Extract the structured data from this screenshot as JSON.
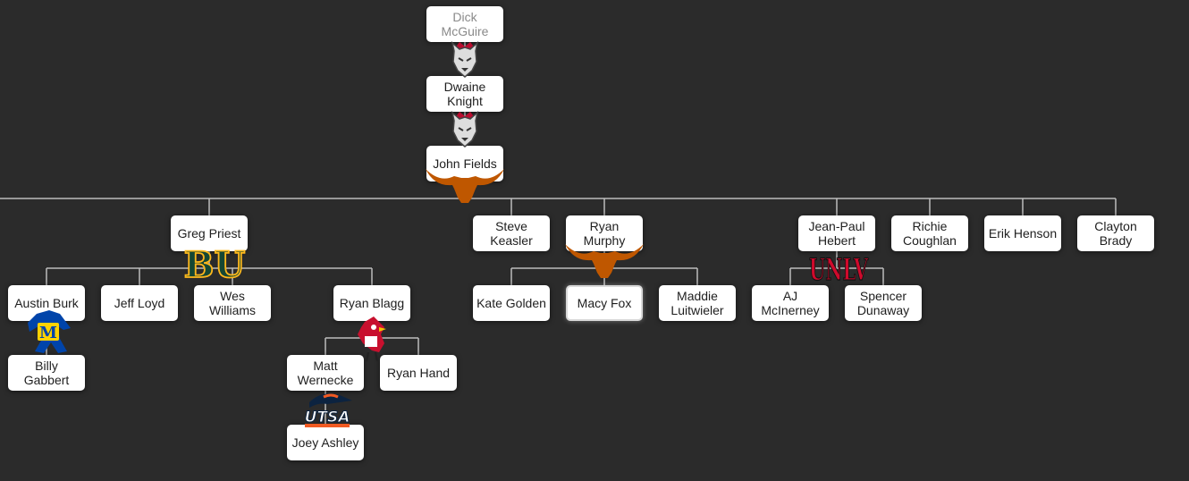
{
  "colors": {
    "background": "#2b2b2b",
    "connector": "#bdbdbd",
    "node_bg": "#ffffff",
    "node_text": "#1e1e1e",
    "node_text_dim": "#8a8a8a",
    "longhorn": "#bf5700",
    "lobo_red": "#ba0c2f",
    "baylor_green": "#154734",
    "baylor_gold": "#ffb81c",
    "unlv_red": "#cf0a2c",
    "mcneese_blue": "#0044aa",
    "mcneese_gold": "#ffd200",
    "utsa_blue": "#0c2340",
    "utsa_orange": "#f15a22",
    "cardinal_red": "#c8102e"
  },
  "nodes": [
    {
      "id": "dick-mcguire",
      "label": "Dick\nMcGuire",
      "dim": true
    },
    {
      "id": "dwaine-knight",
      "label": "Dwaine\nKnight"
    },
    {
      "id": "john-fields",
      "label": "John Fields"
    },
    {
      "id": "greg-priest",
      "label": "Greg Priest"
    },
    {
      "id": "steve-keasler",
      "label": "Steve\nKeasler"
    },
    {
      "id": "ryan-murphy",
      "label": "Ryan\nMurphy"
    },
    {
      "id": "jean-paul-hebert",
      "label": "Jean-Paul\nHebert"
    },
    {
      "id": "richie-coughlan",
      "label": "Richie\nCoughlan"
    },
    {
      "id": "erik-henson",
      "label": "Erik Henson"
    },
    {
      "id": "clayton-brady",
      "label": "Clayton\nBrady"
    },
    {
      "id": "austin-burk",
      "label": "Austin Burk"
    },
    {
      "id": "jeff-loyd",
      "label": "Jeff Loyd"
    },
    {
      "id": "wes-williams",
      "label": "Wes\nWilliams"
    },
    {
      "id": "ryan-blagg",
      "label": "Ryan Blagg"
    },
    {
      "id": "kate-golden",
      "label": "Kate Golden"
    },
    {
      "id": "macy-fox",
      "label": "Macy Fox",
      "selected": true
    },
    {
      "id": "maddie-luitwieler",
      "label": "Maddie\nLuitwieler"
    },
    {
      "id": "aj-mcinerney",
      "label": "AJ\nMcInerney"
    },
    {
      "id": "spencer-dunaway",
      "label": "Spencer\nDunaway"
    },
    {
      "id": "billy-gabbert",
      "label": "Billy\nGabbert"
    },
    {
      "id": "matt-wernecke",
      "label": "Matt\nWernecke"
    },
    {
      "id": "ryan-hand",
      "label": "Ryan Hand"
    },
    {
      "id": "joey-ashley",
      "label": "Joey Ashley"
    }
  ],
  "edges": [
    {
      "from": "dick-mcguire",
      "to": "dwaine-knight"
    },
    {
      "from": "dwaine-knight",
      "to": "john-fields"
    },
    {
      "from": "john-fields",
      "to": "greg-priest"
    },
    {
      "from": "john-fields",
      "to": "steve-keasler"
    },
    {
      "from": "john-fields",
      "to": "ryan-murphy"
    },
    {
      "from": "john-fields",
      "to": "jean-paul-hebert"
    },
    {
      "from": "john-fields",
      "to": "richie-coughlan"
    },
    {
      "from": "john-fields",
      "to": "erik-henson"
    },
    {
      "from": "john-fields",
      "to": "clayton-brady"
    },
    {
      "from": "greg-priest",
      "to": "austin-burk"
    },
    {
      "from": "greg-priest",
      "to": "jeff-loyd"
    },
    {
      "from": "greg-priest",
      "to": "wes-williams"
    },
    {
      "from": "greg-priest",
      "to": "ryan-blagg"
    },
    {
      "from": "ryan-murphy",
      "to": "kate-golden"
    },
    {
      "from": "ryan-murphy",
      "to": "macy-fox"
    },
    {
      "from": "ryan-murphy",
      "to": "maddie-luitwieler"
    },
    {
      "from": "jean-paul-hebert",
      "to": "aj-mcinerney"
    },
    {
      "from": "jean-paul-hebert",
      "to": "spencer-dunaway"
    },
    {
      "from": "austin-burk",
      "to": "billy-gabbert"
    },
    {
      "from": "ryan-blagg",
      "to": "matt-wernecke"
    },
    {
      "from": "ryan-blagg",
      "to": "ryan-hand"
    },
    {
      "from": "matt-wernecke",
      "to": "joey-ashley"
    }
  ],
  "logos": [
    {
      "node": "dick-mcguire",
      "icon": "lobo-wolf-icon"
    },
    {
      "node": "dwaine-knight",
      "icon": "lobo-wolf-icon"
    },
    {
      "node": "john-fields",
      "icon": "longhorn-icon"
    },
    {
      "node": "greg-priest",
      "icon": "baylor-bu-icon"
    },
    {
      "node": "ryan-murphy",
      "icon": "longhorn-icon"
    },
    {
      "node": "jean-paul-hebert",
      "icon": "unlv-icon",
      "text": "UNLV"
    },
    {
      "node": "austin-burk",
      "icon": "mcneese-cowboy-icon",
      "text": "M"
    },
    {
      "node": "ryan-blagg",
      "icon": "cardinal-bird-icon"
    },
    {
      "node": "matt-wernecke",
      "icon": "utsa-icon",
      "text": "UTSA"
    }
  ]
}
